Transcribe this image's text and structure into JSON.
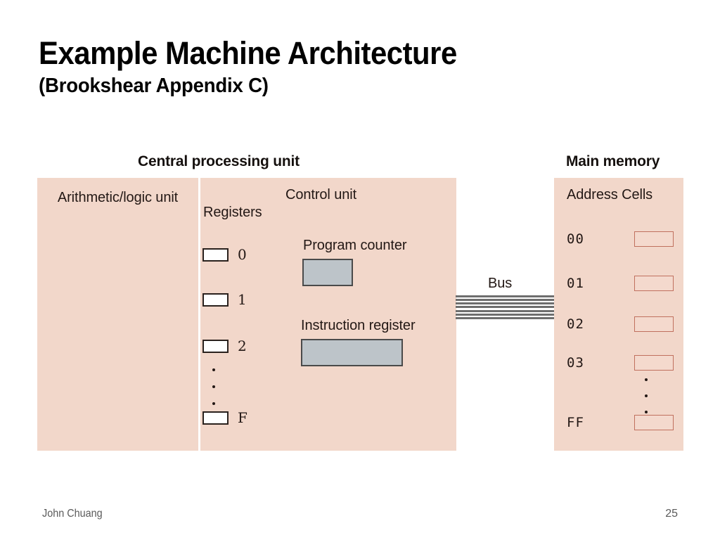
{
  "slide": {
    "title": "Example Machine Architecture",
    "subtitle": "(Brookshear Appendix C)"
  },
  "diagram": {
    "cpu": {
      "header": "Central processing unit",
      "alu_label": "Arithmetic/logic unit",
      "registers_label": "Registers",
      "control_unit_label": "Control unit",
      "program_counter_label": "Program counter",
      "instruction_register_label": "Instruction register",
      "registers": [
        {
          "name": "0"
        },
        {
          "name": "1"
        },
        {
          "name": "2"
        },
        {
          "name": "F"
        }
      ],
      "registers_ellipsis": "vertical-dots"
    },
    "bus": {
      "label": "Bus",
      "line_count": 7
    },
    "memory": {
      "header": "Main memory",
      "column_header": "Address Cells",
      "rows": [
        {
          "address": "00"
        },
        {
          "address": "01"
        },
        {
          "address": "02"
        },
        {
          "address": "03"
        },
        {
          "address": "FF"
        }
      ],
      "rows_ellipsis": "vertical-dots"
    },
    "colors": {
      "panel_background": "#f2d7ca",
      "register_box_fill": "#ffffff",
      "register_box_border": "#2a211d",
      "control_box_fill": "#bdc4c9",
      "control_box_border": "#4a4a4a",
      "memory_cell_fill": "#f4d9cd",
      "memory_cell_border": "#c0705e",
      "bus_line": "#6e6e6e",
      "text": "#231815"
    }
  },
  "footer": {
    "author": "John Chuang",
    "page_number": "25"
  }
}
